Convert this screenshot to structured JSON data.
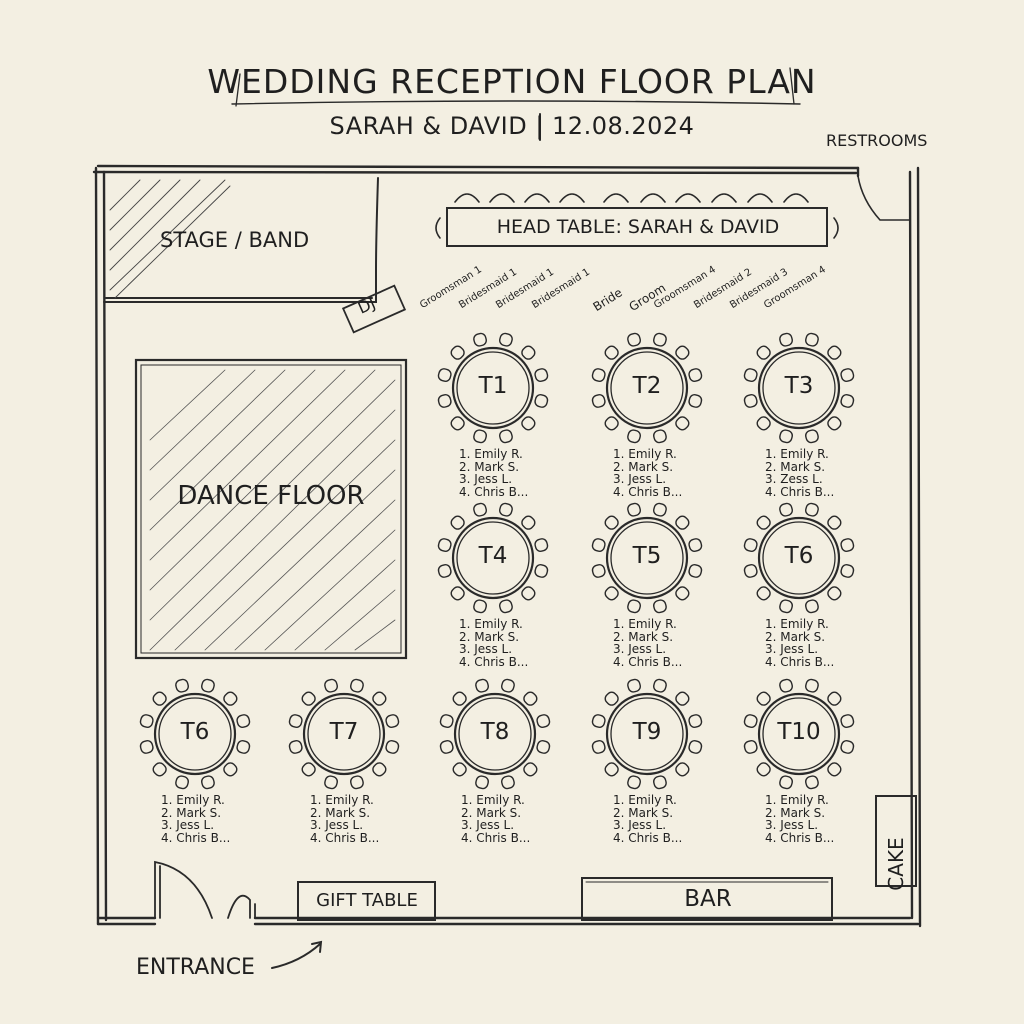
{
  "header": {
    "title": "WEDDING RECEPTION FLOOR PLAN",
    "subtitle": "SARAH & DAVID | 12.08.2024"
  },
  "areas": {
    "restrooms": "RESTROOMS",
    "stage": "STAGE / BAND",
    "dj": "DJ",
    "head_table": "HEAD TABLE: SARAH & DAVID",
    "dance_floor": "DANCE FLOOR",
    "gift_table": "GIFT TABLE",
    "bar": "BAR",
    "cake": "CAKE",
    "entrance": "ENTRANCE"
  },
  "head_table_seats": [
    "Groomsman 1",
    "Bridesmaid 1",
    "Bridesmaid 1",
    "Bridesmaid 1",
    "Bride",
    "Groom",
    "Groomsman 4",
    "Bridesmaid 2",
    "Bridesmaid 3",
    "Groomsman 4"
  ],
  "tables": [
    {
      "label": "T1",
      "guests": [
        "1. Emily R.",
        "2. Mark S.",
        "3. Jess L.",
        "4. Chris B..."
      ]
    },
    {
      "label": "T2",
      "guests": [
        "1. Emily R.",
        "2. Mark S.",
        "3. Jess L.",
        "4. Chris B..."
      ]
    },
    {
      "label": "T3",
      "guests": [
        "1. Emily R.",
        "2. Mark S.",
        "3. Zess L.",
        "4. Chris B..."
      ]
    },
    {
      "label": "T4",
      "guests": [
        "1. Emily R.",
        "2. Mark S.",
        "3. Jess L.",
        "4. Chris B..."
      ]
    },
    {
      "label": "T5",
      "guests": [
        "1. Emily R.",
        "2. Mark S.",
        "3. Jess L.",
        "4. Chris B..."
      ]
    },
    {
      "label": "T6",
      "guests": [
        "1. Emily R.",
        "2. Mark S.",
        "3. Jess L.",
        "4. Chris B..."
      ]
    },
    {
      "label": "T6",
      "guests": [
        "1. Emily R.",
        "2. Mark S.",
        "3. Jess L.",
        "4. Chris B..."
      ]
    },
    {
      "label": "T7",
      "guests": [
        "1. Emily R.",
        "2. Mark S.",
        "3. Jess L.",
        "4. Chris B..."
      ]
    },
    {
      "label": "T8",
      "guests": [
        "1. Emily R.",
        "2. Mark S.",
        "3. Jess L.",
        "4. Chris B..."
      ]
    },
    {
      "label": "T9",
      "guests": [
        "1. Emily R.",
        "2. Mark S.",
        "3. Jess L.",
        "4. Chris B..."
      ]
    },
    {
      "label": "T10",
      "guests": [
        "1. Emily R.",
        "2. Mark S.",
        "3. Jess L.",
        "4. Chris B..."
      ]
    }
  ]
}
